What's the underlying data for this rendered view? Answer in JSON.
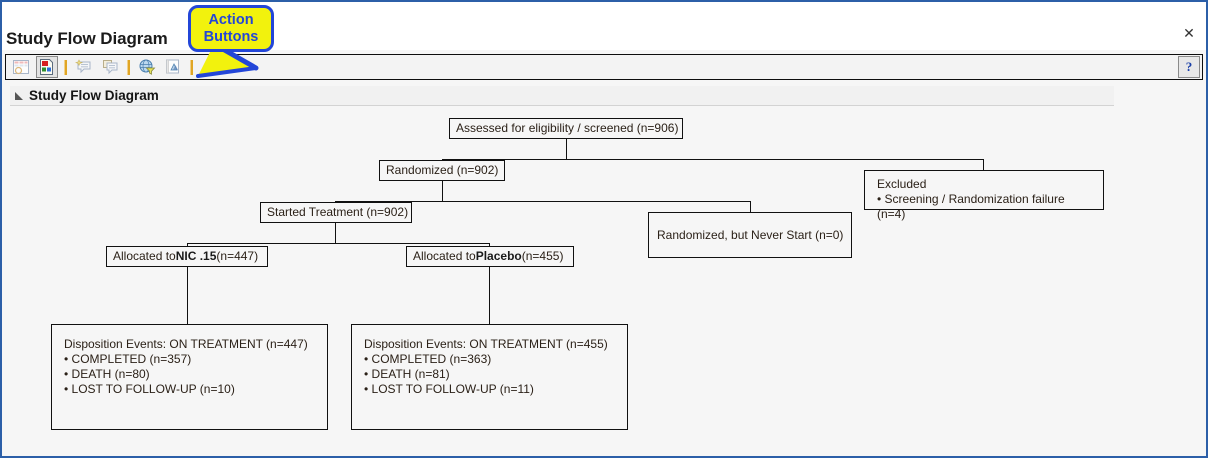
{
  "window": {
    "title": "Study Flow Diagram",
    "close_label": "✕"
  },
  "toolbar": {
    "buttons": [
      {
        "name": "view-table-icon",
        "state": "disabled"
      },
      {
        "name": "view-document-icon",
        "state": "pressed"
      },
      {
        "name": "add-comment-icon",
        "state": "disabled"
      },
      {
        "name": "view-comment-icon",
        "state": "disabled"
      },
      {
        "name": "globe-filter-icon",
        "state": "disabled"
      },
      {
        "name": "chart-report-icon",
        "state": "disabled"
      }
    ],
    "help_label": "?",
    "separator_color": "#e0a524"
  },
  "callout": {
    "line1": "Action",
    "line2": "Buttons",
    "fill": "#f2f20d",
    "border": "#2346d8",
    "text_color": "#2346d8"
  },
  "section": {
    "title": "Study Flow Diagram",
    "expander": "collapse-triangle-icon"
  },
  "chart_data": {
    "type": "diagram",
    "title": "Study Flow Diagram",
    "nodes": [
      {
        "id": "screened",
        "label": "Assessed for eligibility / screened (n=906)",
        "count": 906
      },
      {
        "id": "randomized",
        "label": "Randomized (n=902)",
        "count": 902
      },
      {
        "id": "excluded",
        "label_title": "Excluded",
        "bullets": [
          "• Screening / Randomization failure  (n=4)"
        ],
        "count": 4
      },
      {
        "id": "started-treatment",
        "label": "Started Treatment (n=902)",
        "count": 902
      },
      {
        "id": "never-start",
        "label": "Randomized, but Never Start (n=0)",
        "count": 0
      },
      {
        "id": "alloc-nic",
        "label_pre": "Allocated to ",
        "label_bold": "NIC .15",
        "label_post": " (n=447)",
        "count": 447
      },
      {
        "id": "alloc-placebo",
        "label_pre": "Allocated to ",
        "label_bold": "Placebo",
        "label_post": " (n=455)",
        "count": 455
      },
      {
        "id": "disp-nic",
        "label_title": "Disposition Events: ON TREATMENT (n=447)",
        "bullets": [
          "• COMPLETED (n=357)",
          "• DEATH (n=80)",
          "• LOST TO FOLLOW-UP (n=10)"
        ],
        "count": 447
      },
      {
        "id": "disp-placebo",
        "label_title": "Disposition Events: ON TREATMENT (n=455)",
        "bullets": [
          "• COMPLETED (n=363)",
          "• DEATH (n=81)",
          "• LOST TO FOLLOW-UP (n=11)"
        ],
        "count": 455
      }
    ],
    "edges": [
      {
        "from": "screened",
        "to": "randomized"
      },
      {
        "from": "screened",
        "to": "excluded"
      },
      {
        "from": "randomized",
        "to": "started-treatment"
      },
      {
        "from": "randomized",
        "to": "never-start"
      },
      {
        "from": "started-treatment",
        "to": "alloc-nic"
      },
      {
        "from": "started-treatment",
        "to": "alloc-placebo"
      },
      {
        "from": "alloc-nic",
        "to": "disp-nic"
      },
      {
        "from": "alloc-placebo",
        "to": "disp-placebo"
      }
    ]
  },
  "nodes": {
    "screened": {
      "text": "Assessed for eligibility / screened (n=906)"
    },
    "randomized": {
      "text": "Randomized (n=902)"
    },
    "excluded": {
      "title": "Excluded",
      "b1": "• Screening / Randomization failure  (n=4)"
    },
    "started": {
      "text": "Started Treatment (n=902)"
    },
    "neverstart": {
      "text": "Randomized, but Never Start (n=0)"
    },
    "allocnic": {
      "pre": "Allocated to ",
      "bold": "NIC .15",
      "post": " (n=447)"
    },
    "allocplacebo": {
      "pre": "Allocated to ",
      "bold": "Placebo",
      "post": " (n=455)"
    },
    "dispnic": {
      "title": "Disposition Events: ON TREATMENT (n=447)",
      "b1": "• COMPLETED (n=357)",
      "b2": "• DEATH (n=80)",
      "b3": "• LOST TO FOLLOW-UP (n=10)"
    },
    "dispplacebo": {
      "title": "Disposition Events: ON TREATMENT (n=455)",
      "b1": "• COMPLETED (n=363)",
      "b2": "• DEATH (n=81)",
      "b3": "• LOST TO FOLLOW-UP (n=11)"
    }
  }
}
